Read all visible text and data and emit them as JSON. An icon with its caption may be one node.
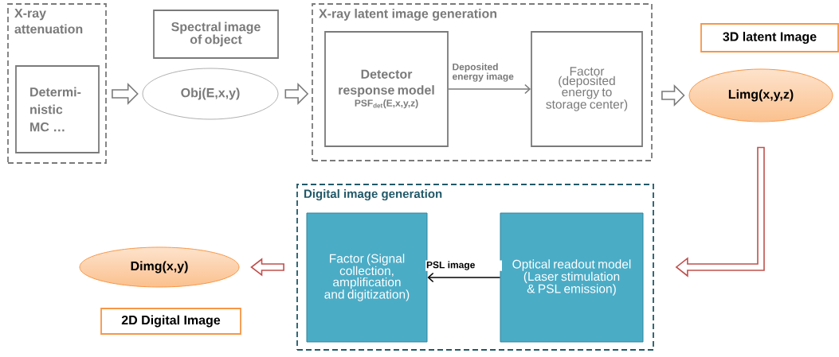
{
  "diagram": {
    "nodes": [
      {
        "text": [
          "X-ray attenuation"
        ]
      },
      {
        "text": [
          "Determi- nistic MC …"
        ],
        "in": 0
      },
      {
        "text": [
          "Spectral image of object"
        ]
      },
      {
        "text": [
          "Obj(E,x,y)"
        ]
      },
      {
        "text": [
          "X-ray latent image generation"
        ]
      },
      {
        "text": [
          "Detector response model",
          "PSF$_{det}$(E,x,y,z)"
        ],
        "in": 4
      },
      {
        "text": [
          "Factor (deposited energy to storage center)"
        ],
        "in": 4
      },
      {
        "text": [
          "3D latent Image"
        ]
      },
      {
        "text": [
          "Limg(x,y,z)"
        ]
      },
      {
        "text": [
          "Digital image generation"
        ]
      },
      {
        "text": [
          "Factor (Signal collection, amplification and digitization)"
        ],
        "in": 9
      },
      {
        "text": [
          "Optical readout model (Laser stimulation & PSL emission)"
        ],
        "in": 9
      },
      {
        "text": [
          "Dimg(x,y)"
        ]
      },
      {
        "text": [
          "2D Digital Image"
        ]
      }
    ],
    "edges": [
      {
        "from": 0,
        "to": 3,
        "arrow": "to",
        "style": "thick"
      },
      {
        "from": 3,
        "to": 4,
        "arrow": "to",
        "style": "thick"
      },
      {
        "from": 5,
        "to": 6,
        "arrow": "to",
        "label": "Deposited energy image"
      },
      {
        "from": 4,
        "to": 8,
        "arrow": "to",
        "style": "thick"
      },
      {
        "from": 8,
        "to": 9,
        "arrow": "to",
        "style": "thick",
        "color": "#c0504d"
      },
      {
        "from": 11,
        "to": 10,
        "arrow": "to",
        "label": "PSL image",
        "color": "#000000"
      },
      {
        "from": 9,
        "to": 12,
        "arrow": "to",
        "style": "thick",
        "color": "#c0504d"
      }
    ]
  }
}
